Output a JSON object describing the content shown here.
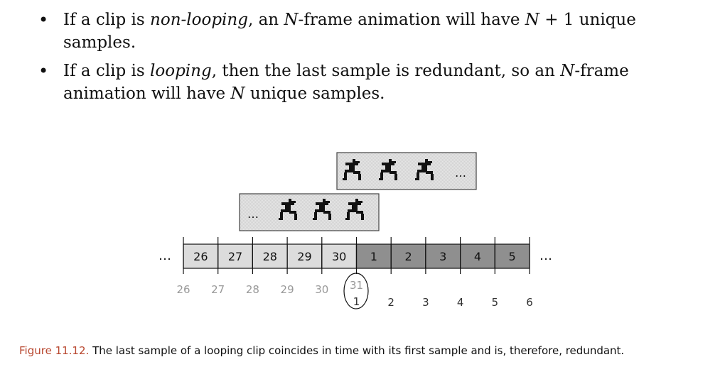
{
  "bullets": [
    {
      "p1": "If a clip is ",
      "em1": "non-looping",
      "p2": ", an ",
      "m1": "N",
      "p3": "-frame animation will have ",
      "m2": "N",
      "p4": " + 1 unique",
      "line2": "samples."
    },
    {
      "p1": "If a clip is ",
      "em1": "looping",
      "p2": ", then the last sample is redundant, so an ",
      "m1": "N",
      "p3": "-frame",
      "l2a": "animation will have ",
      "m2": "N",
      "l2b": " unique samples."
    }
  ],
  "figure": {
    "ellipsis": "…",
    "boxes_light": [
      "26",
      "27",
      "28",
      "29",
      "30"
    ],
    "boxes_dark": [
      "1",
      "2",
      "3",
      "4",
      "5"
    ],
    "samples_prev": [
      "26",
      "27",
      "28",
      "29",
      "30",
      "31"
    ],
    "samples_next": [
      "1",
      "2",
      "3",
      "4",
      "5",
      "6"
    ],
    "colors": {
      "light_box": "#dcdcdc",
      "dark_box": "#8f8f8f",
      "strip": "#ececec",
      "gray_text": "#999999"
    },
    "icon": "running-figure-icon"
  },
  "caption": {
    "label": "Figure 11.12.",
    "text": "The last sample of a looping clip coincides in time with its first sample and is, therefore, redundant."
  }
}
